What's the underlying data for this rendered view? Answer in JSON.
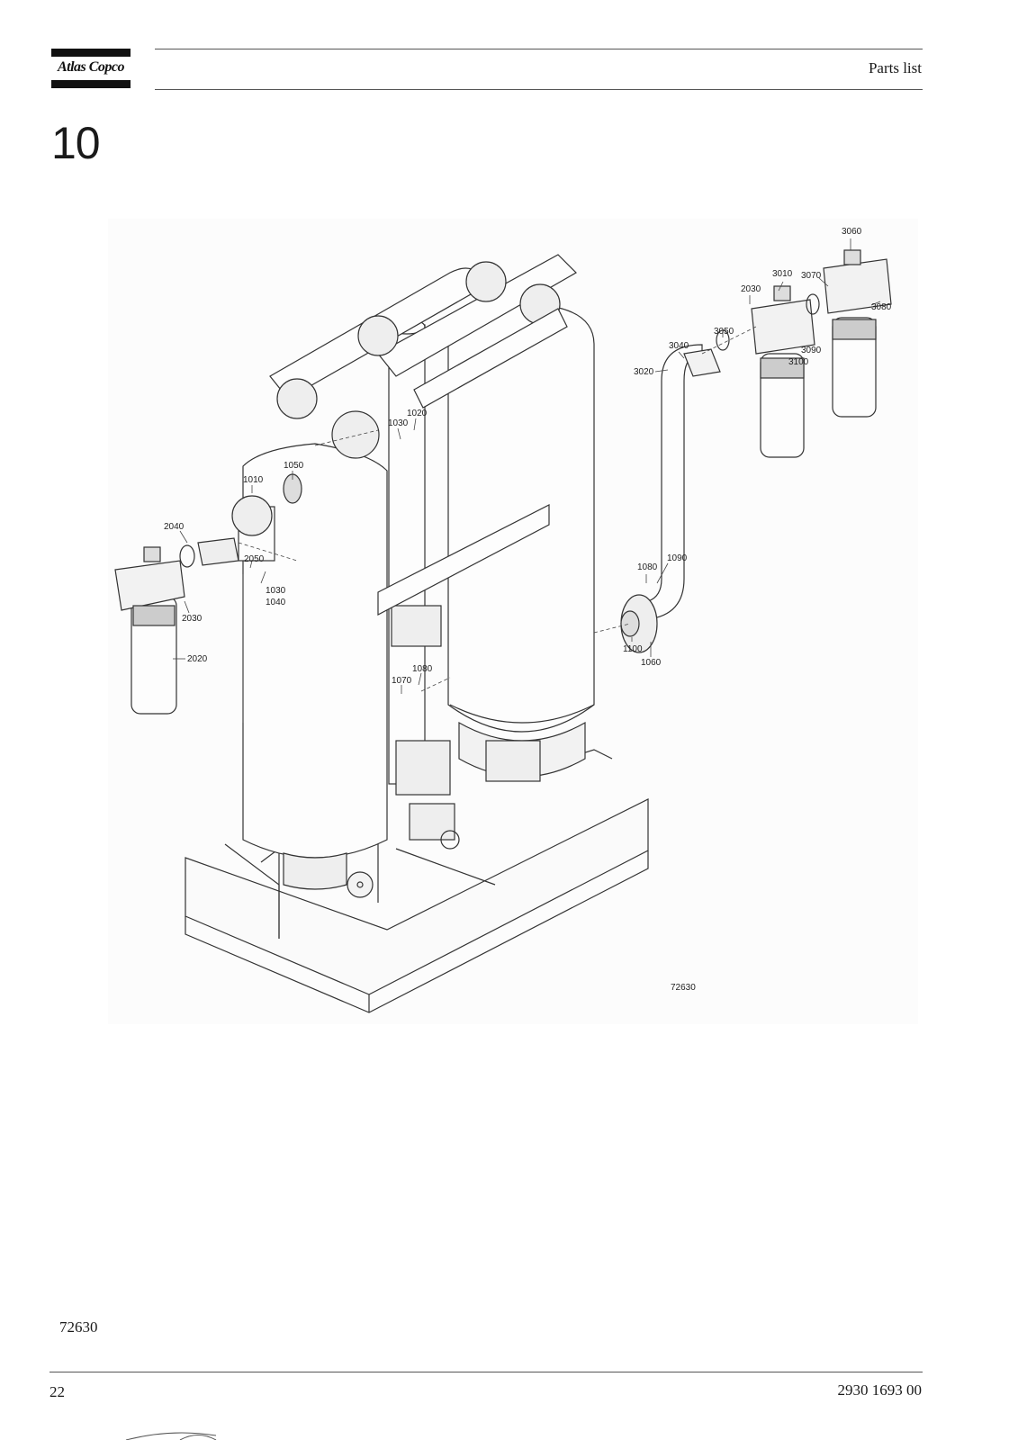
{
  "header": {
    "logo_text": "Atlas Copco",
    "title": "Parts list"
  },
  "section_number": "10",
  "figure": {
    "drawing_number": "72630",
    "callouts": [
      {
        "id": "c3060",
        "label": "3060"
      },
      {
        "id": "c3010",
        "label": "3010"
      },
      {
        "id": "c3070",
        "label": "3070"
      },
      {
        "id": "c2030a",
        "label": "2030"
      },
      {
        "id": "c3080",
        "label": "3080"
      },
      {
        "id": "c3040",
        "label": "3040"
      },
      {
        "id": "c3050",
        "label": "3050"
      },
      {
        "id": "c3090",
        "label": "3090"
      },
      {
        "id": "c3100",
        "label": "3100"
      },
      {
        "id": "c3020",
        "label": "3020"
      },
      {
        "id": "c1020",
        "label": "1020"
      },
      {
        "id": "c1030a",
        "label": "1030"
      },
      {
        "id": "c1050",
        "label": "1050"
      },
      {
        "id": "c1010",
        "label": "1010"
      },
      {
        "id": "c2040",
        "label": "2040"
      },
      {
        "id": "c2050",
        "label": "2050"
      },
      {
        "id": "c1030b",
        "label": "1030"
      },
      {
        "id": "c1040",
        "label": "1040"
      },
      {
        "id": "c2030b",
        "label": "2030"
      },
      {
        "id": "c2020",
        "label": "2020"
      },
      {
        "id": "c1080a",
        "label": "1080"
      },
      {
        "id": "c1090",
        "label": "1090"
      },
      {
        "id": "c1100",
        "label": "1100"
      },
      {
        "id": "c1060",
        "label": "1060"
      },
      {
        "id": "c1080b",
        "label": "1080"
      },
      {
        "id": "c1070",
        "label": "1070"
      }
    ]
  },
  "footer": {
    "figure_ref": "72630",
    "page_number": "22",
    "document_number": "2930 1693 00"
  }
}
